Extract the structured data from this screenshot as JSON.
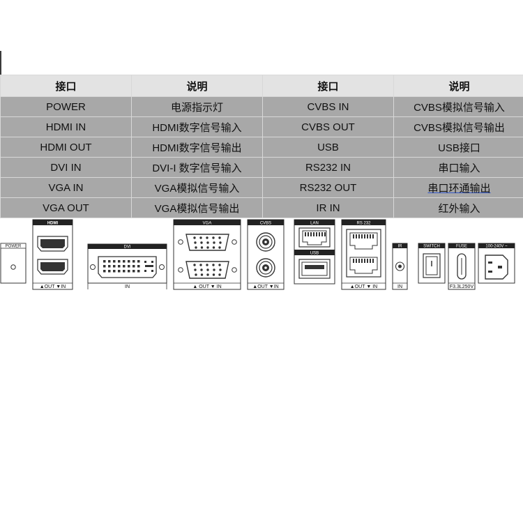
{
  "table": {
    "headers": [
      "接口",
      "说明",
      "接口",
      "说明"
    ],
    "rows": [
      [
        "POWER",
        "电源指示灯",
        "CVBS IN",
        "CVBS模拟信号输入"
      ],
      [
        "HDMI IN",
        "HDMI数字信号输入",
        "CVBS OUT",
        "CVBS模拟信号输出"
      ],
      [
        "HDMI OUT",
        "HDMI数字信号输出",
        "USB",
        "USB接口"
      ],
      [
        "DVI IN",
        "DVI-I  数字信号输入",
        "RS232 IN",
        "串口输入"
      ],
      [
        "VGA IN",
        "VGA模拟信号输入",
        "RS232 OUT",
        "串口环通输出"
      ],
      [
        "VGA OUT",
        "VGA模拟信号输出",
        "IR IN",
        "红外输入"
      ]
    ]
  },
  "panel": {
    "power": "POWER",
    "hdmi": "HDMI",
    "hdmi_bottom": "▲OUT   ▼IN",
    "dvi": "DVI",
    "dvi_bottom": "IN",
    "vga": "VGA",
    "vga_bottom": "▲ OUT     ▼ IN",
    "cvbs": "CVBS",
    "cvbs_bottom": "▲OUT  ▼IN",
    "lan": "LAN",
    "usb": "USB",
    "rs232": "RS 232",
    "rs232_bottom": "▲OUT   ▼ IN",
    "ir": "IR",
    "ir_bottom": "IN",
    "switch": "SWITCH",
    "fuse": "FUSE",
    "fuse_bottom": "F3.3L250V",
    "ac": "100-240V ~"
  }
}
